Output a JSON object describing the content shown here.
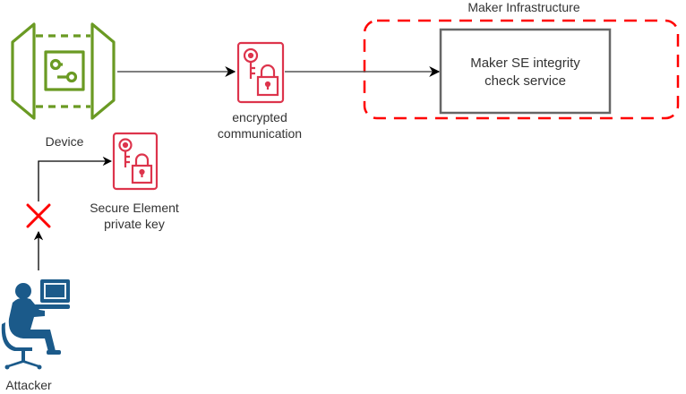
{
  "diagram": {
    "nodes": {
      "device": {
        "label": "Device",
        "icon": "device-circuit-icon"
      },
      "encrypted_communication": {
        "label_line1": "encrypted",
        "label_line2": "communication",
        "icon": "key-lock-icon"
      },
      "secure_element_key": {
        "label_line1": "Secure Element",
        "label_line2": "private key",
        "icon": "key-lock-icon"
      },
      "attacker": {
        "label": "Attacker",
        "icon": "person-at-computer-icon"
      },
      "maker_infrastructure": {
        "label": "Maker Infrastructure"
      },
      "integrity_service": {
        "label_line1": "Maker SE integrity",
        "label_line2": "check service"
      }
    },
    "edges": [
      {
        "from": "device",
        "to": "encrypted_communication"
      },
      {
        "from": "encrypted_communication",
        "to": "integrity_service"
      },
      {
        "from": "attacker",
        "to": "secure_element_key",
        "blocked": true
      }
    ],
    "blocked_marker": "cross-icon",
    "colors": {
      "device_green": "#6a9a23",
      "key_red": "#dd344c",
      "infra_border": "#ff0000",
      "service_border": "#666666",
      "attacker_blue": "#1b5a8a",
      "edge": "#333333"
    }
  }
}
